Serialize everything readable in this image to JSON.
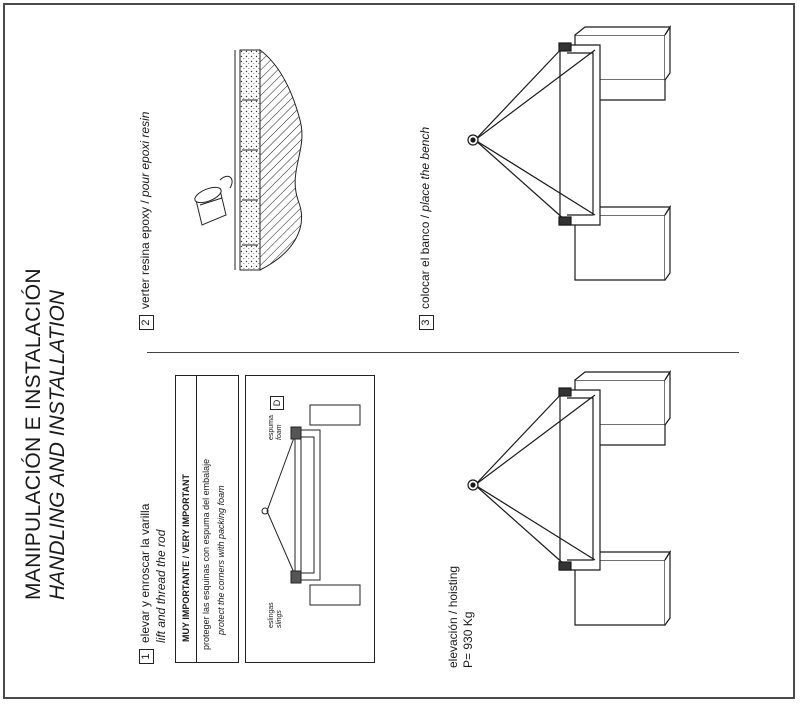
{
  "title": {
    "es": "MANIPULACIÓN E INSTALACIÓN",
    "en": "HANDLING AND INSTALLATION"
  },
  "step1": {
    "number": "1",
    "es": "elevar y enroscar la varilla",
    "en": "lift and thread the rod"
  },
  "notice": {
    "heading": "MUY IMPORTANTE / VERY IMPORTANT",
    "es": "proteger las esquinas con espuma del embalaje",
    "en": "protect the corners with packing foam"
  },
  "detail": {
    "marker": "D",
    "foam_es": "espuma",
    "foam_en": "foam",
    "slings_es": "eslingas",
    "slings_en": "slings"
  },
  "step2": {
    "number": "2",
    "text": "verter resina epoxy / ",
    "text_fr": "pour epoxi resin"
  },
  "step3": {
    "number": "3",
    "text": "colocar el banco / ",
    "text_en": "place the bench"
  },
  "hoisting": {
    "label": "elevación / hoisting",
    "weight": "P= 930 Kg"
  }
}
